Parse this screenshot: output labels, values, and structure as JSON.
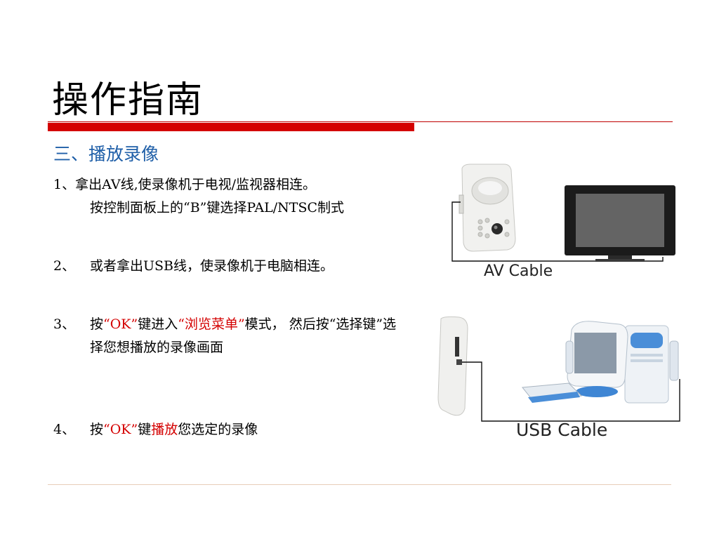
{
  "slide": {
    "title": "操作指南",
    "subtitle": "三、播放录像",
    "item1": {
      "line1": "1、拿出AV线,使录像机于电视/监视器相连。",
      "line2": "按控制面板上的“B”键选择PAL/NTSC制式"
    },
    "item2": {
      "num": "2、",
      "text": "或者拿出USB线，使录像机于电脑相连。"
    },
    "item3": {
      "num": "3、",
      "pre": "按",
      "key": "“OK”",
      "mid": "键进入",
      "menu": "“浏览菜单”",
      "post": "模式， 然后按“选择键”选择您想播放的录像画面"
    },
    "item4": {
      "num": "4、",
      "pre": "按",
      "key": "“OK”",
      "mid": "键",
      "action": "播放",
      "post": "您选定的录像"
    }
  },
  "figures": {
    "av_cable_label": "AV Cable",
    "usb_cable_label": "USB Cable"
  },
  "colors": {
    "accent_red": "#d40000",
    "subtitle_blue": "#1f5fa8"
  }
}
